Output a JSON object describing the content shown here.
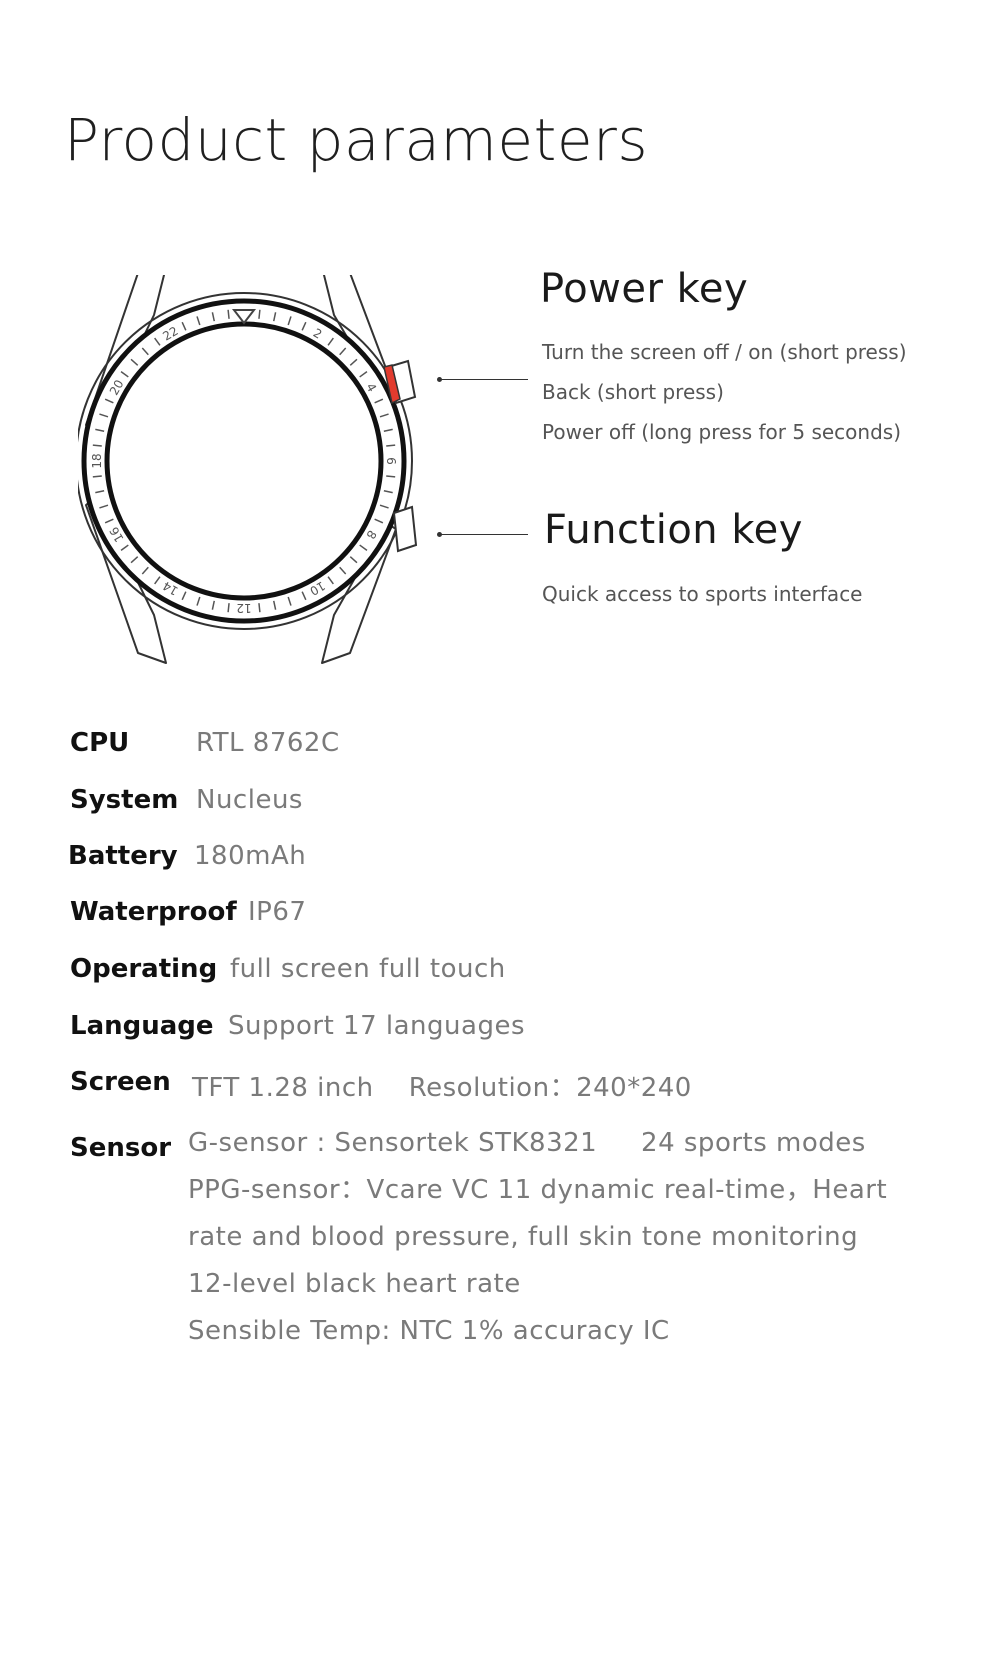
{
  "title": "Product parameters",
  "watch": {
    "bezel_numbers": [
      "2",
      "4",
      "6",
      "8",
      "10",
      "12",
      "14",
      "16",
      "18",
      "20",
      "22"
    ],
    "accent_color": "#e23b2e",
    "outline_color": "#333333"
  },
  "power_key": {
    "title": "Power key",
    "lines": [
      "Turn the screen off / on (short press)",
      "Back (short press)",
      "Power off (long press for 5 seconds)"
    ]
  },
  "function_key": {
    "title": "Function key",
    "lines": [
      "Quick access to sports interface"
    ]
  },
  "specs": {
    "cpu": {
      "label": "CPU",
      "value": "RTL 8762C"
    },
    "system": {
      "label": "System",
      "value": "Nucleus"
    },
    "battery": {
      "label": "Battery",
      "value": "180mAh"
    },
    "waterproof": {
      "label": "Waterproof",
      "value": "IP67"
    },
    "operating": {
      "label": "Operating",
      "value": "full screen full touch"
    },
    "language": {
      "label": "Language",
      "value": "Support 17 languages"
    },
    "screen": {
      "label": "Screen",
      "value": "TFT 1.28 inch    Resolution：240*240"
    },
    "sensor": {
      "label": "Sensor",
      "lines": [
        "G-sensor : Sensortek STK8321     24 sports modes",
        "PPG-sensor：Vcare VC 11 dynamic real-time，Heart",
        "rate and blood pressure, full skin tone monitoring",
        "12-level black heart rate",
        "Sensible Temp: NTC 1% accuracy IC"
      ]
    }
  }
}
